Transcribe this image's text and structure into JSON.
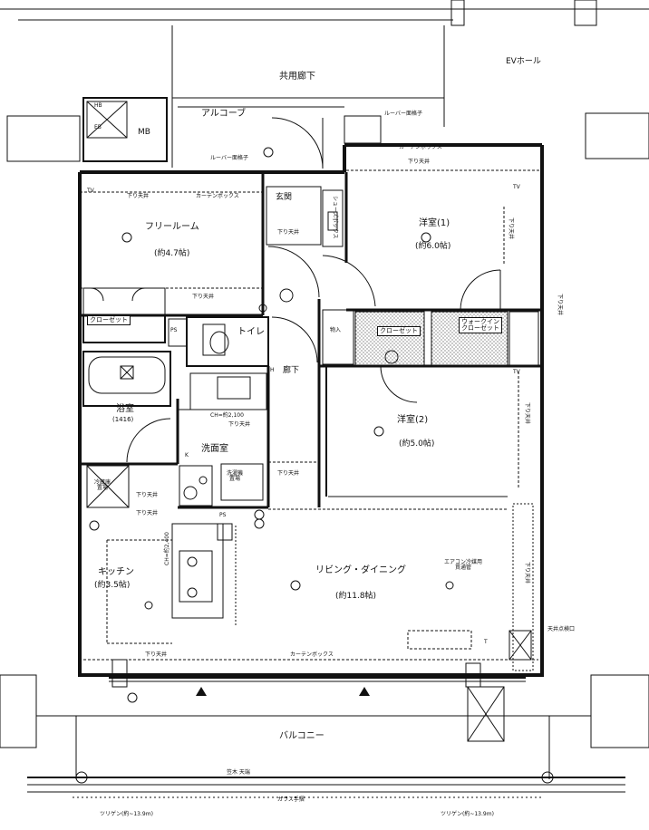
{
  "labels": {
    "common_corridor": "共用廊下",
    "ev_hall": "EVホール",
    "alcove": "アルコーブ",
    "mb": "MB",
    "louver_door_top": "ルーバー面格子",
    "louver_door_left": "ルーバー面格子",
    "curtain_box_top": "カーテンボックス",
    "curtain_box_free": "カーテンボックス",
    "curtain_box_bottom": "カーテンボックス",
    "lowered_ceiling": "下り天井",
    "free_room": "フリールーム",
    "free_room_size": "(約4.7帖)",
    "genkan": "玄関",
    "shoe_box": "シューズボックス",
    "western1": "洋室(1)",
    "western1_size": "(約6.0帖)",
    "closet": "クローゼット",
    "walk_in_closet": "ウォークイン\nクローゼット",
    "storage": "物入",
    "toilet": "トイレ",
    "corridor": "廊下",
    "bath": "浴室",
    "bath_size": "(1416)",
    "washroom": "洗面室",
    "washer": "洗濯機\n置場",
    "ceiling_height": "CH=約2,100",
    "western2": "洋室(2)",
    "western2_size": "(約5.0帖)",
    "fridge": "冷蔵庫\n置場",
    "kitchen": "キッチン",
    "kitchen_size": "(約3.5帖)",
    "ldk": "リビング・ダイニング",
    "ldk_size": "(約11.8帖)",
    "ac_sleeve": "エアコン冷媒用\n貫通管",
    "ceiling_inspection": "天井点検口",
    "balcony": "バルコニー",
    "handrail": "笠木 天端",
    "glass_rail": "ガラス手摺",
    "dim_left": "ツリゲン(約~13.9m)",
    "dim_right": "ツリゲン(約~13.9m)",
    "ps1": "PS",
    "ps2": "PS",
    "tv1": "TV",
    "tv2": "TV",
    "tv3": "TV",
    "k": "K",
    "h": "H",
    "t": "T",
    "hb": "HB",
    "eb": "EB",
    "ch_kitchen": "CH=約2,400",
    "curtain_label": "カーテンボックス"
  },
  "colors": {
    "line": "#111111",
    "paper": "#ffffff",
    "hatch": "#555555"
  }
}
